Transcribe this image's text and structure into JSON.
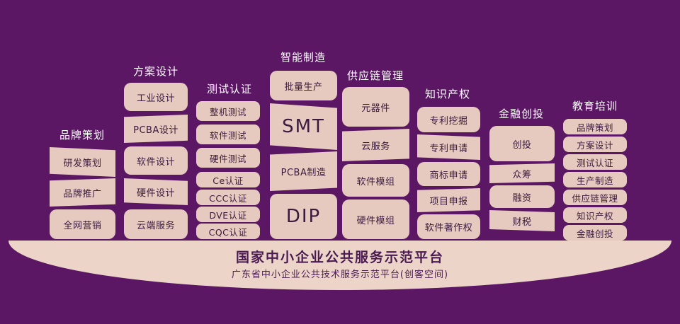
{
  "columns": {
    "brand": {
      "title": "品牌策划",
      "items": [
        "研发策划",
        "品牌推广",
        "全网营销"
      ]
    },
    "design": {
      "title": "方案设计",
      "items": [
        "工业设计",
        "PCBA设计",
        "软件设计",
        "硬件设计",
        "云端服务"
      ]
    },
    "test": {
      "title": "测试认证",
      "items": [
        "整机测试",
        "软件测试",
        "硬件测试",
        "Ce认证",
        "CCC认证",
        "DVE认证",
        "CQC认证"
      ]
    },
    "manufacturing": {
      "title": "智能制造",
      "items": [
        "批量生产",
        "SMT",
        "PCBA制造",
        "DIP"
      ]
    },
    "supply": {
      "title": "供应链管理",
      "items": [
        "元器件",
        "云服务",
        "软件模组",
        "硬件模组"
      ]
    },
    "ip": {
      "title": "知识产权",
      "items": [
        "专利挖掘",
        "专利申请",
        "商标申请",
        "项目申报",
        "软件著作权"
      ]
    },
    "finance": {
      "title": "金融创投",
      "items": [
        "创投",
        "众筹",
        "融资",
        "财税"
      ]
    },
    "education": {
      "title": "教育培训",
      "items": [
        "品牌策划",
        "方案设计",
        "测试认证",
        "生产制造",
        "供应链管理",
        "知识产权",
        "金融创投"
      ]
    }
  },
  "platform": {
    "title": "国家中小企业公共服务示范平台",
    "subtitle": "广东省中小企业公共技术服务示范平台(创客空间)"
  },
  "colors": {
    "background": "#5b1764",
    "tile": "#e6c9bf",
    "text": "#3b1a3e"
  }
}
